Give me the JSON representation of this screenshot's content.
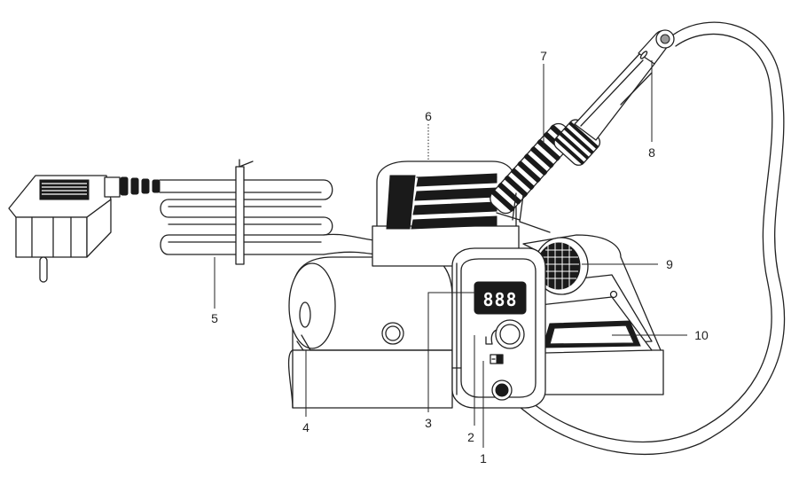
{
  "display": {
    "readout": "888"
  },
  "callouts": [
    {
      "id": "1",
      "text": "1"
    },
    {
      "id": "2",
      "text": "2"
    },
    {
      "id": "3",
      "text": "3"
    },
    {
      "id": "4",
      "text": "4"
    },
    {
      "id": "5",
      "text": "5"
    },
    {
      "id": "6",
      "text": "6"
    },
    {
      "id": "7",
      "text": "7"
    },
    {
      "id": "8",
      "text": "8"
    },
    {
      "id": "9",
      "text": "9"
    },
    {
      "id": "10",
      "text": "10"
    }
  ]
}
